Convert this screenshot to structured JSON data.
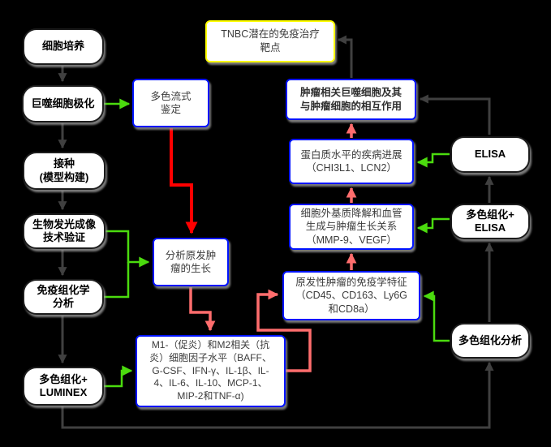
{
  "diagram_title": "TNBC macrophage immunotherapy research workflow flowchart",
  "colors": {
    "background": "#000000",
    "node_fill": "#ffffff",
    "node_border": "#1d1d1d",
    "blue_border": "#0013ff",
    "yellow_border": "#ffff00",
    "shadow": "#999999",
    "edge_dark": "#404040",
    "edge_green": "#4bdb0e",
    "edge_red": "#ff0000",
    "edge_salmon": "#ff6d6d",
    "text_bold": "#000000",
    "text_regular": "#3c3c3c"
  },
  "nodes": {
    "cell_culture": "细胞培养",
    "macrophage_polarization": "巨噬细胞极化",
    "inoculation": "接种\n(模型构建)",
    "bioluminescence": "生物发光成像\n技术验证",
    "ihc_analysis": "免疫组化学\n分析",
    "luminex": "多色组化+\nLUMINEX",
    "flow_cytometry": "多色流式\n鉴定",
    "tumor_growth": "分析原发肿\n瘤的生长",
    "cytokines": "M1-（促炎）和M2相关（抗\n炎）细胞因子水平（BAFF、\nG-CSF、IFN-γ、IL-1β、IL-\n4、IL-6、IL-10、MCP-1、\nMIP-2和TNF-α)",
    "tnbc_targets": "TNBC潜在的免疫治疗\n靶点",
    "tam_interaction": "肿瘤相关巨噬细胞及其\n与肿瘤细胞的相互作用",
    "protein_progression": "蛋白质水平的疾病进展\n（CHI3L1、LCN2）",
    "ecm_angiogenesis": "细胞外基质降解和血管\n生成与肿瘤生长关系\n（MMP-9、VEGF）",
    "primary_tumor_immune": "原发性肿瘤的免疫学特征\n（CD45、CD163、Ly6G\n和CD8a）",
    "elisa": "ELISA",
    "mc_elisa": "多色组化+\nELISA",
    "mc_analysis": "多色组化分析"
  }
}
